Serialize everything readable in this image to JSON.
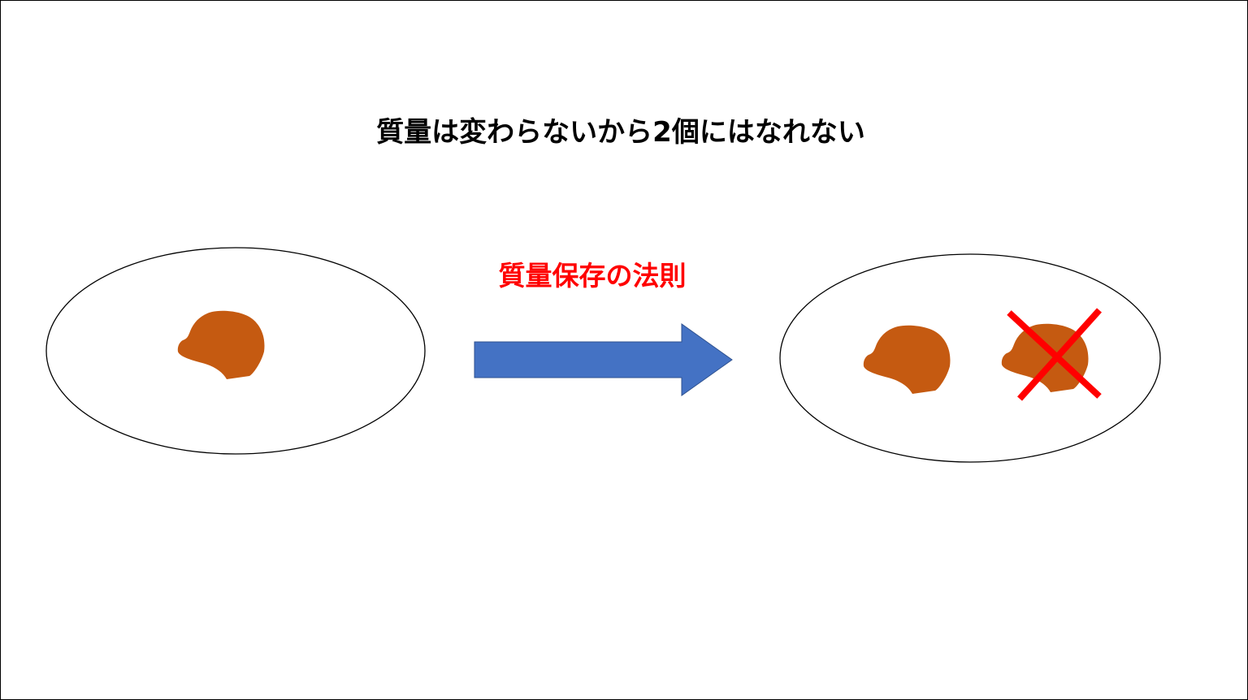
{
  "title": "質量は変わらないから2個にはなれない",
  "arrow_label": "質量保存の法則",
  "colors": {
    "blob": "#C55A11",
    "arrow": "#4472C4",
    "label": "#FF0000",
    "cross": "#FF0000"
  },
  "icons": {
    "before": "plate-with-one-blob",
    "after": "plate-with-two-blobs-second-crossed-out"
  }
}
